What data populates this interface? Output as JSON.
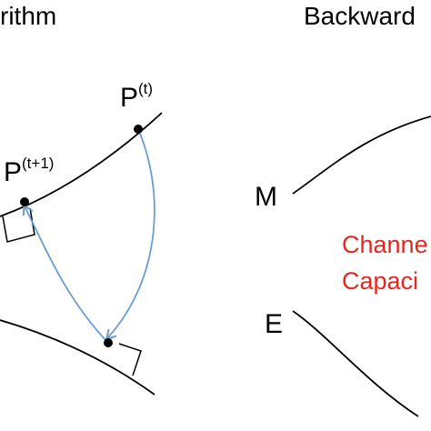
{
  "left_panel": {
    "title": "rithm",
    "point_t": {
      "base": "P",
      "superscript": "(t)"
    },
    "point_t1": {
      "base": "P",
      "superscript": "(t+1)"
    }
  },
  "right_panel": {
    "title": "Backward",
    "label_m": "M",
    "label_e": "E",
    "capacity_line1": "Channe",
    "capacity_line2": "Capaci"
  },
  "colors": {
    "curve": "#000000",
    "arrow": "#6a9dd0",
    "capacity_text": "#e6261f"
  }
}
